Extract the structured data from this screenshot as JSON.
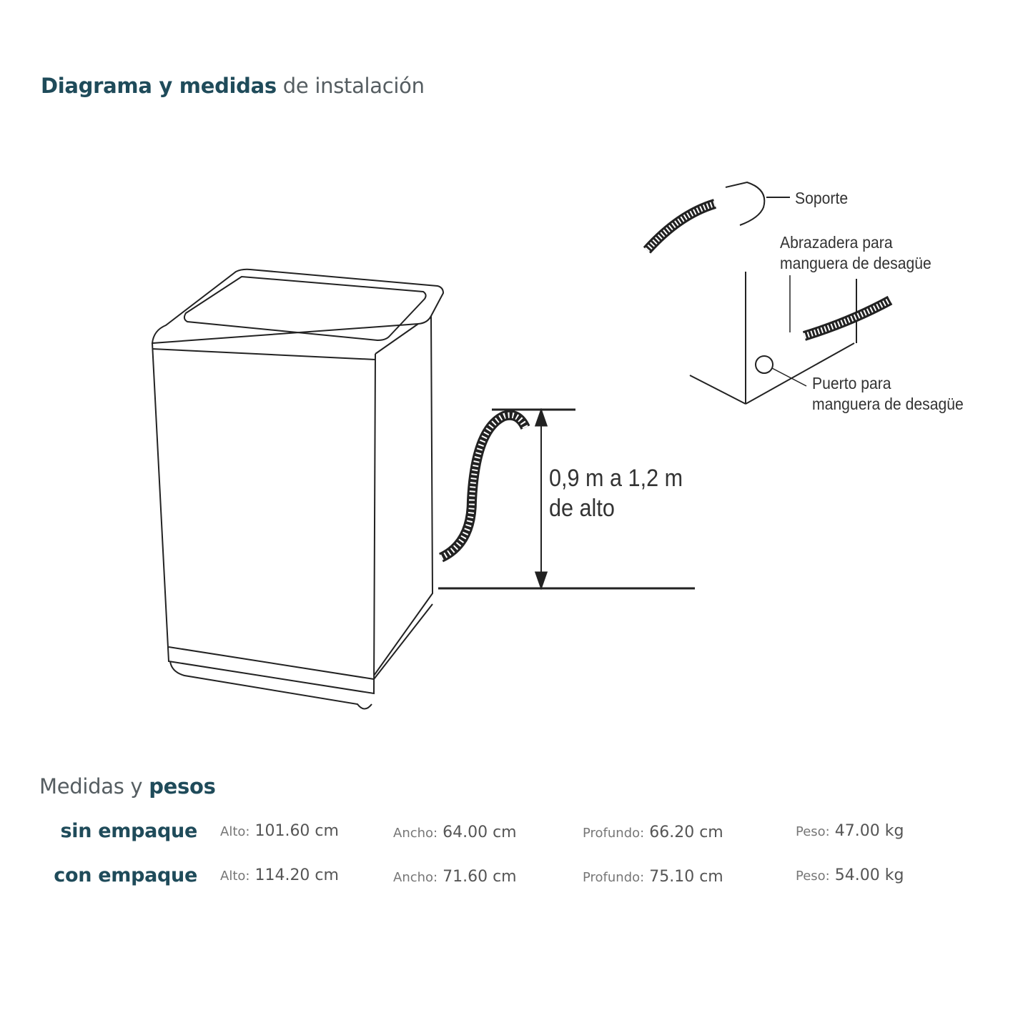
{
  "title": {
    "bold": "Diagrama y medidas",
    "rest": " de instalación"
  },
  "diagram": {
    "height_label_line1": "0,9 m a 1,2 m",
    "height_label_line2": "de alto",
    "callouts": {
      "support": "Soporte",
      "clamp_line1": "Abrazadera para",
      "clamp_line2": "manguera de desagüe",
      "port_line1": "Puerto para",
      "port_line2": "manguera de desagüe"
    }
  },
  "measures": {
    "heading_light": "Medidas y ",
    "heading_bold": "pesos",
    "rows": [
      {
        "label": "sin empaque",
        "alto_key": "Alto:",
        "alto": "101.60 cm",
        "ancho_key": "Ancho:",
        "ancho": "64.00 cm",
        "profundo_key": "Profundo:",
        "profundo": "66.20 cm",
        "peso_key": "Peso:",
        "peso": "47.00 kg"
      },
      {
        "label": "con empaque",
        "alto_key": "Alto:",
        "alto": "114.20 cm",
        "ancho_key": "Ancho:",
        "ancho": "71.60 cm",
        "profundo_key": "Profundo:",
        "profundo": "75.10 cm",
        "peso_key": "Peso:",
        "peso": "54.00 kg"
      }
    ]
  },
  "colors": {
    "heading": "#1f4b5a",
    "text": "#555d61",
    "line": "#222222"
  }
}
